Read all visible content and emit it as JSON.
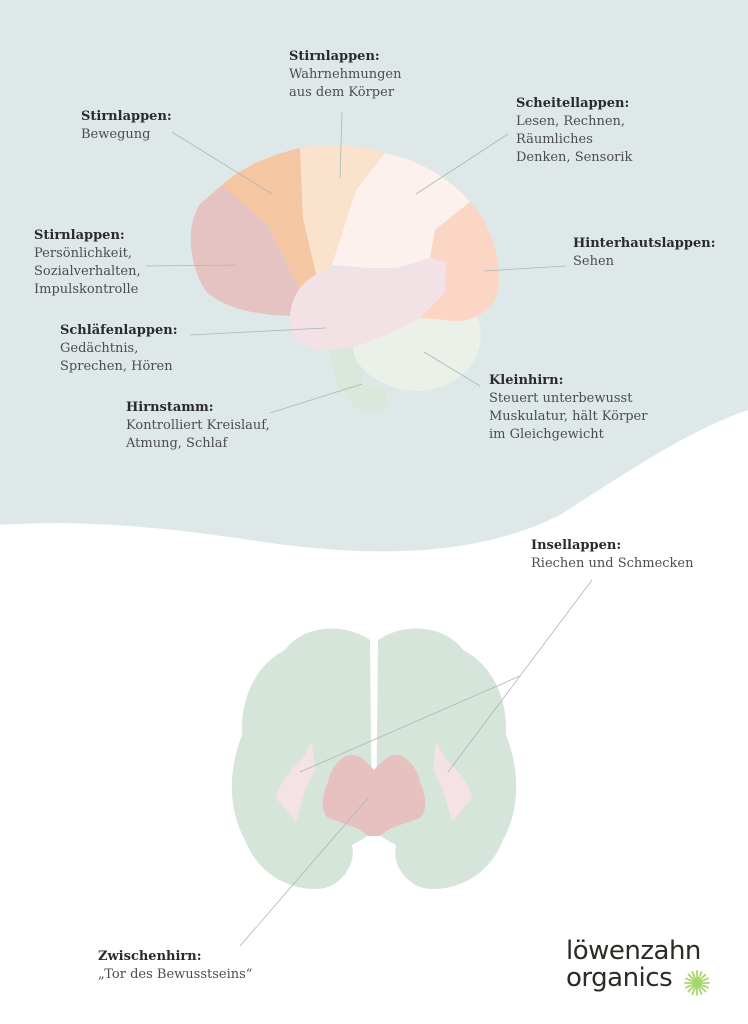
{
  "labels": {
    "stirn_wahrnehmung": {
      "title": "Stirnlappen:",
      "text": "Wahrnehmungen\naus dem Körper"
    },
    "stirn_bewegung": {
      "title": "Stirnlappen:",
      "text": "Bewegung"
    },
    "scheitel": {
      "title": "Scheitellappen:",
      "text": "Lesen, Rechnen,\nRäumliches\nDenken, Sensorik"
    },
    "stirn_persoenlichkeit": {
      "title": "Stirnlappen:",
      "text": "Persönlichkeit,\nSozialverhalten,\nImpulskontrolle"
    },
    "hinterhaupt": {
      "title": "Hinterhautslappen:",
      "text": "Sehen"
    },
    "schlaefen": {
      "title": "Schläfenlappen:",
      "text": "Gedächtnis,\nSprechen, Hören"
    },
    "kleinhirn": {
      "title": "Kleinhirn:",
      "text": "Steuert unterbewusst\nMuskulatur, hält Körper\nim Gleichgewicht"
    },
    "hirnstamm": {
      "title": "Hirnstamm:",
      "text": "Kontrolliert Kreislauf,\nAtmung, Schlaf"
    },
    "insel": {
      "title": "Insellappen:",
      "text": "Riechen und Schmecken"
    },
    "zwischenhirn": {
      "title": "Zwischenhirn:",
      "text": "„Tor des Bewusstseins“"
    }
  },
  "logo": {
    "line1": "löwenzahn",
    "line2": "organics"
  },
  "colors": {
    "background_band": "#dfe8e8",
    "frontal_personality": "#e5c3c2",
    "frontal_motor": "#f4c6a2",
    "frontal_perception": "#fae2cd",
    "parietal": "#fdf1ee",
    "occipital": "#fcd6c4",
    "temporal": "#f2e1e5",
    "cerebellum": "#ebf1e8",
    "brainstem": "#d9e8da",
    "coronal": "#d6e5d9",
    "insula": "#f5e2e5",
    "diencephalon": "#e6c1c0",
    "leader": "#a9b7b5"
  }
}
